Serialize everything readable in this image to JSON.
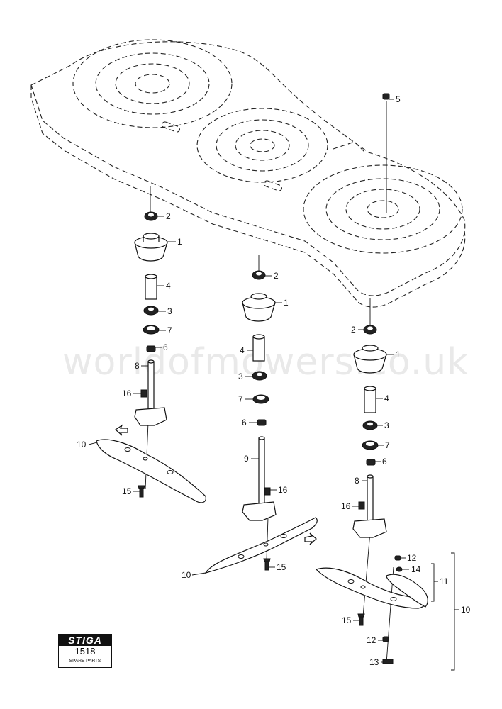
{
  "watermark": "worldofmowers.co.uk",
  "logo": {
    "brand": "STIGA",
    "number": "1518",
    "caption": "SPARE PARTS"
  },
  "callouts": {
    "p1": "1",
    "p2": "2",
    "p3": "3",
    "p4": "4",
    "p5": "5",
    "p6": "6",
    "p7": "7",
    "p8": "8",
    "p9": "9",
    "p10": "10",
    "p11": "11",
    "p12": "12",
    "p13": "13",
    "p14": "14",
    "p15": "15",
    "p16": "16"
  },
  "colors": {
    "line": "#111111",
    "watermark": "#e9e9e9",
    "background": "#ffffff"
  }
}
